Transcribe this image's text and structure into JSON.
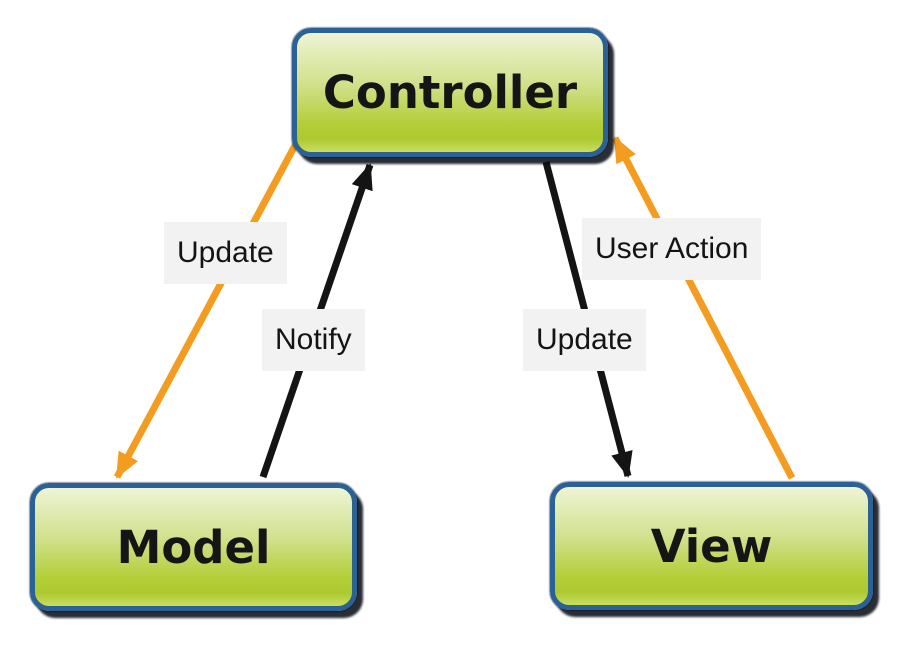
{
  "nodes": [
    {
      "id": "controller",
      "label": "Controller"
    },
    {
      "id": "model",
      "label": "Model"
    },
    {
      "id": "view",
      "label": "View"
    }
  ],
  "edges": [
    {
      "id": "update-model",
      "label": "Update",
      "from": "Controller",
      "to": "Model",
      "style": "orange"
    },
    {
      "id": "notify",
      "label": "Notify",
      "from": "Model",
      "to": "Controller",
      "style": "black"
    },
    {
      "id": "update-view",
      "label": "Update",
      "from": "Controller",
      "to": "View",
      "style": "black"
    },
    {
      "id": "user-action",
      "label": "User Action",
      "from": "View",
      "to": "Controller",
      "style": "orange"
    }
  ],
  "colors": {
    "edge_orange": "#f39c1f",
    "edge_black": "#141414",
    "node_border": "#2b6195",
    "node_fill_top": "#eef4d5",
    "node_fill_mid": "#d2e18e",
    "node_fill_main": "#b4ce38",
    "node_fill_bottom": "#cade62",
    "node_text": "#151515",
    "label_bg": "#f2f2f2",
    "label_text": "#141414",
    "background": "#ffffff"
  }
}
